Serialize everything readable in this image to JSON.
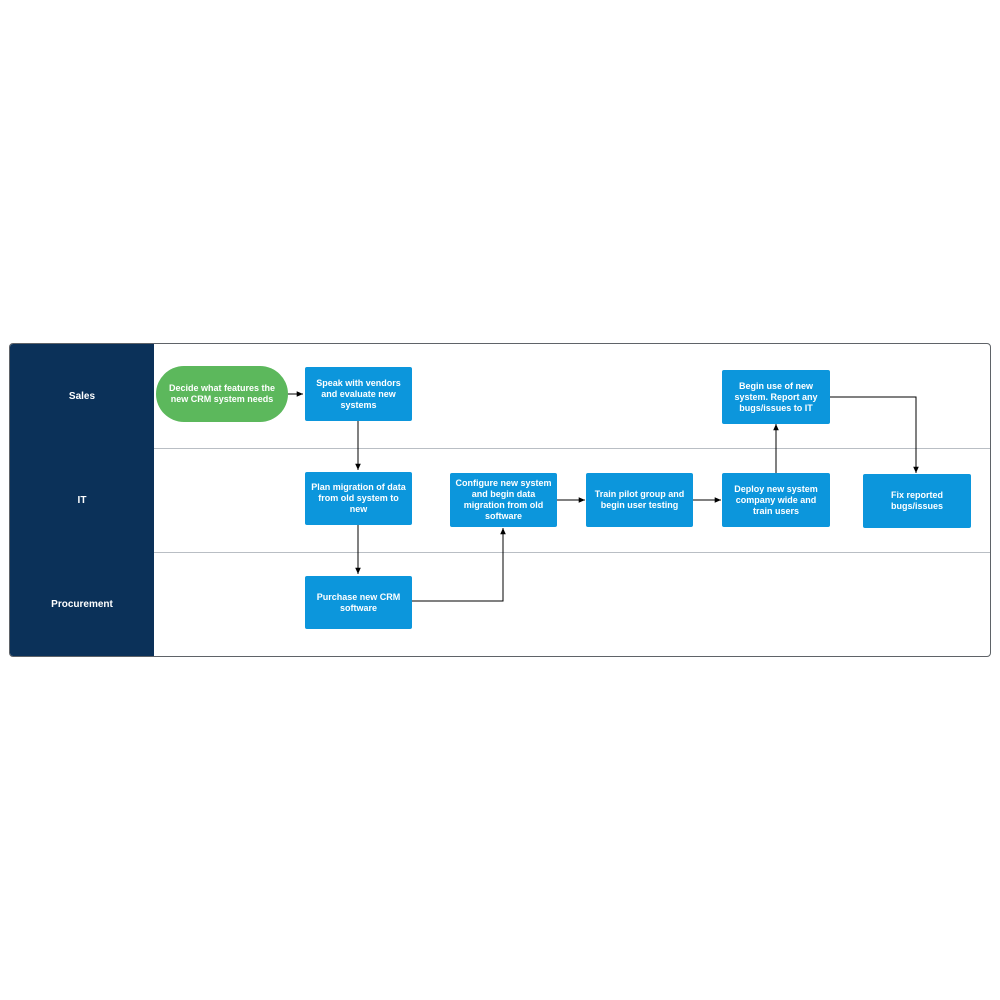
{
  "lanes": [
    {
      "label": "Sales"
    },
    {
      "label": "IT"
    },
    {
      "label": "Procurement"
    }
  ],
  "nodes": {
    "decide_features": "Decide what features the new CRM system needs",
    "speak_vendors": "Speak with vendors and evaluate new systems",
    "plan_migration": "Plan migration of data from old system to new",
    "purchase_crm": "Purchase new CRM software",
    "configure_system": "Configure new system and begin data migration from old software",
    "train_pilot": "Train pilot group and begin user testing",
    "deploy_system": "Deploy new system company wide and train users",
    "begin_use": "Begin use of new system. Report any bugs/issues to IT",
    "fix_bugs": "Fix reported bugs/issues"
  },
  "colors": {
    "lane_header": "#0b3159",
    "process_box": "#0c96dc",
    "start_node": "#5cb85c",
    "connector": "#000000"
  }
}
